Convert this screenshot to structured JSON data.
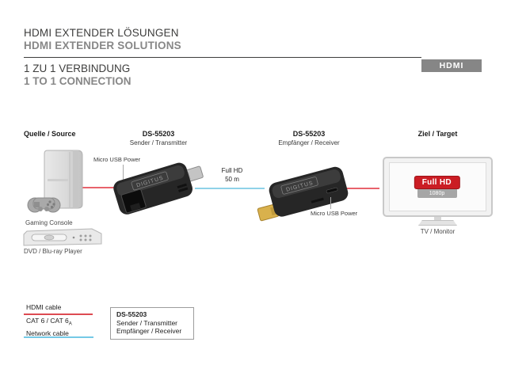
{
  "header": {
    "title_de": "HDMI EXTENDER LÖSUNGEN",
    "title_en": "HDMI EXTENDER SOLUTIONS",
    "section_de": "1 ZU 1 VERBINDUNG",
    "section_en": "1 TO 1 CONNECTION",
    "hdmi_badge": "HDMI"
  },
  "diagram": {
    "source_label": "Quelle / Source",
    "target_label": "Ziel / Target",
    "transmitter": {
      "model": "DS-55203",
      "role": "Sender / Transmitter",
      "power": "Micro USB Power",
      "brand": "DIGITUS"
    },
    "receiver": {
      "model": "DS-55203",
      "role": "Empfänger / Receiver",
      "power": "Micro USB Power",
      "brand": "DIGITUS"
    },
    "link": {
      "line1": "Full HD",
      "line2": "50 m"
    },
    "gaming_console_caption": "Gaming Console",
    "dvd_caption": "DVD / Blu-ray Player",
    "tv_caption": "TV / Monitor",
    "tv_badge": "Full HD",
    "tv_badge_sub": "1080p"
  },
  "legend": {
    "hdmi_cable": "HDMI cable",
    "network_cable_line1": "CAT 6 / CAT 6",
    "network_cable_sub": "A",
    "network_cable_line2": "Network cable",
    "product_box": {
      "model": "DS-55203",
      "line1": "Sender / Transmitter",
      "line2": "Empfänger / Receiver"
    }
  },
  "colors": {
    "hdmi_cable_red": "#e8636c",
    "network_cable_blue": "#8fd2e8",
    "badge_gray": "#868686",
    "fullhd_red": "#cb1d24",
    "text_dark": "#3d3d3c",
    "text_gray": "#878787"
  }
}
